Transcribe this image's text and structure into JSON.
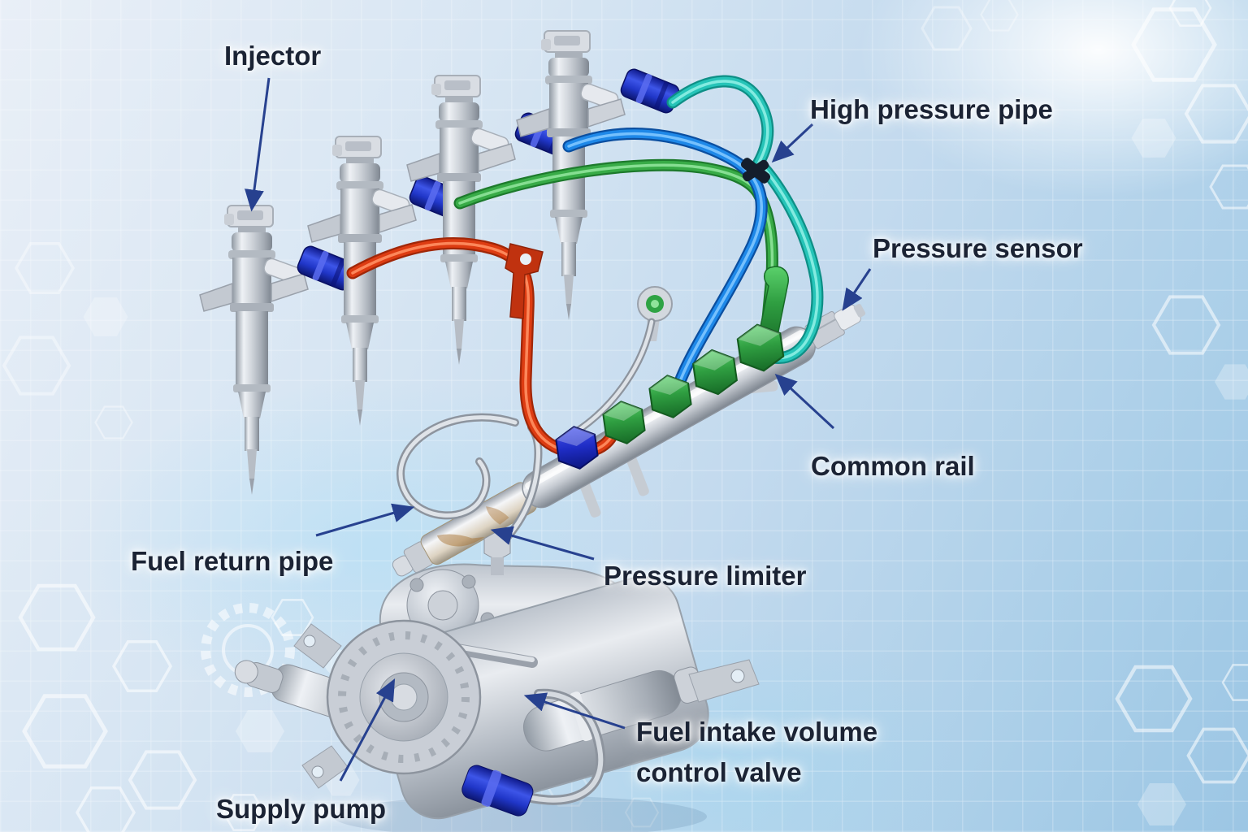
{
  "labels": {
    "injector": "Injector",
    "high_pressure_pipe": "High pressure pipe",
    "pressure_sensor": "Pressure sensor",
    "common_rail": "Common rail",
    "fuel_return_pipe": "Fuel return pipe",
    "pressure_limiter": "Pressure limiter",
    "fuel_intake_line1": "Fuel intake volume",
    "fuel_intake_line2": "control valve",
    "supply_pump": "Supply pump"
  },
  "counts": {
    "injectors": 4,
    "green_rail_fittings": 4,
    "blue_rail_fittings": 1
  },
  "colors": {
    "label_text": "#1b2334",
    "arrow": "#27418f",
    "pipe_red": "#dd3c12",
    "pipe_green": "#38ab47",
    "pipe_blue": "#1e88e8",
    "pipe_cyan": "#26c4b8",
    "fitting_blue": "#1e2cc4",
    "fitting_green": "#2f9e41",
    "metal": "#cfd4da",
    "background_top": "#e9eff7",
    "background_bottom": "#9cc6e4"
  }
}
